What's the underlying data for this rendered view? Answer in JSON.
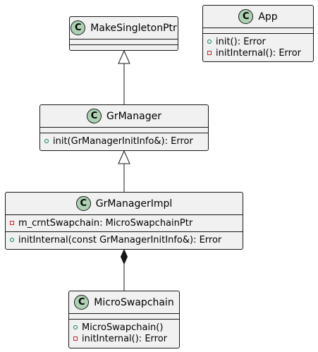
{
  "classes": {
    "make_singleton_ptr": {
      "name": "MakeSingletonPtr",
      "icon": "C"
    },
    "app": {
      "name": "App",
      "icon": "C",
      "members": [
        {
          "visibility": "public",
          "text": "init(): Error"
        },
        {
          "visibility": "private",
          "text": "initInternal(): Error"
        }
      ]
    },
    "gr_manager": {
      "name": "GrManager",
      "icon": "C",
      "members": [
        {
          "visibility": "public",
          "text": "init(GrManagerInitInfo&): Error"
        }
      ]
    },
    "gr_manager_impl": {
      "name": "GrManagerImpl",
      "icon": "C",
      "fields": [
        {
          "visibility": "private",
          "text": "m_crntSwapchain: MicroSwapchainPtr"
        }
      ],
      "methods": [
        {
          "visibility": "public",
          "text": "initInternal(const GrManagerInitInfo&): Error"
        }
      ]
    },
    "micro_swapchain": {
      "name": "MicroSwapchain",
      "icon": "C",
      "members": [
        {
          "visibility": "public",
          "text": "MicroSwapchain()"
        },
        {
          "visibility": "private",
          "text": "initInternal(): Error"
        }
      ]
    }
  },
  "relations": [
    {
      "from": "GrManager",
      "to": "MakeSingletonPtr",
      "kind": "inheritance"
    },
    {
      "from": "GrManagerImpl",
      "to": "GrManager",
      "kind": "inheritance"
    },
    {
      "from": "GrManagerImpl",
      "to": "MicroSwapchain",
      "kind": "composition"
    }
  ],
  "colors": {
    "box_fill": "#f1f1f1",
    "border": "#181818",
    "class_icon": "#add1b2",
    "public_marker": "#038048",
    "private_marker": "#c82930"
  }
}
